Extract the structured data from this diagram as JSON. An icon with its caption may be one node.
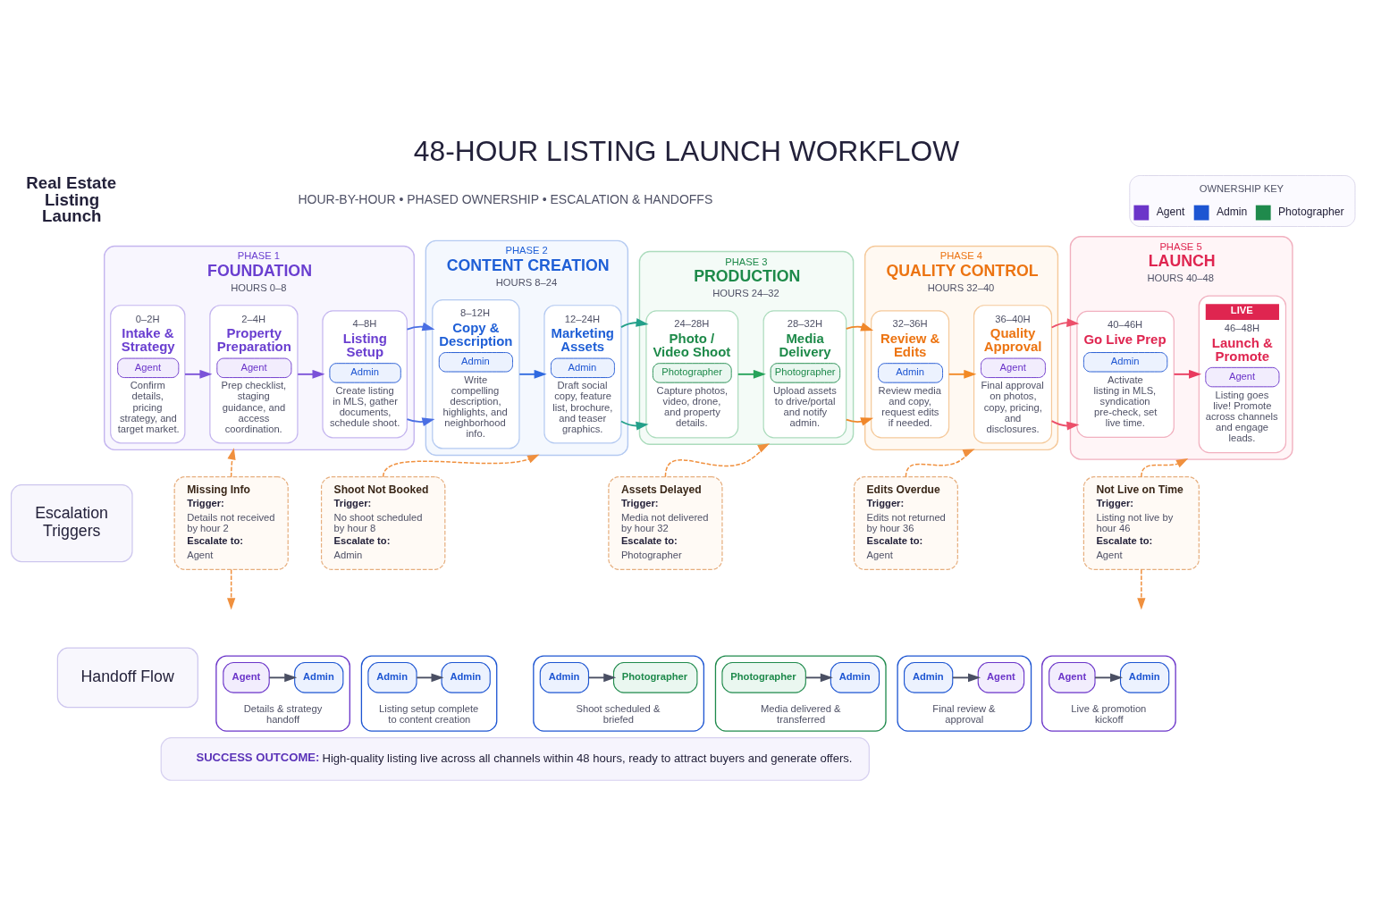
{
  "diagram": {
    "title": "48-HOUR LISTING LAUNCH WORKFLOW",
    "nodes": [
      {
        "text": [
          "PHASE 1",
          "FOUNDATION",
          "HOURS 0–8"
        ]
      },
      {
        "text": [
          "0–2H",
          "Intake & Strategy",
          "Agent",
          "Confirm details, pricing strategy, and target market."
        ],
        "in": 0
      },
      {
        "text": [
          "2–4H",
          "Property Preparation",
          "Agent",
          "Prep checklist, staging guidance, and access coordination."
        ],
        "in": 0
      },
      {
        "text": [
          "4–8H",
          "Listing Setup",
          "Admin",
          "Create listing in MLS, gather documents, schedule shoot."
        ],
        "in": 0
      },
      {
        "text": [
          "PHASE 2",
          "CONTENT CREATION",
          "HOURS 8–24"
        ]
      },
      {
        "text": [
          "8–12H",
          "Copy & Description",
          "Admin",
          "Write compelling description, highlights, and neighborhood info."
        ],
        "in": 4
      },
      {
        "text": [
          "12–24H",
          "Marketing Assets",
          "Admin",
          "Draft social copy, feature list, brochure, and teaser graphics."
        ],
        "in": 4
      },
      {
        "text": [
          "PHASE 3",
          "PRODUCTION",
          "HOURS 24–32"
        ]
      },
      {
        "text": [
          "24–28H",
          "Photo / Video Shoot",
          "Photographer",
          "Capture photos, video, drone, and property details."
        ],
        "in": 7
      },
      {
        "text": [
          "28–32H",
          "Media Delivery",
          "Photographer",
          "Upload assets to drive/portal and notify admin."
        ],
        "in": 7
      },
      {
        "text": [
          "PHASE 4",
          "QUALITY CONTROL",
          "HOURS 32–40"
        ]
      },
      {
        "text": [
          "32–36H",
          "Review & Edits",
          "Admin",
          "Review media and copy, request edits if needed."
        ],
        "in": 10
      },
      {
        "text": [
          "36–40H",
          "Quality Approval",
          "Agent",
          "Final approval on photos, copy, pricing, and disclosures."
        ],
        "in": 10
      },
      {
        "text": [
          "PHASE 5",
          "LAUNCH",
          "HOURS 40–48"
        ]
      },
      {
        "text": [
          "40–46H",
          "Go Live Prep",
          "Admin",
          "Activate listing in MLS, syndication pre-check, set live time."
        ],
        "in": 13
      },
      {
        "text": [
          "LIVE",
          "46–48H",
          "Launch & Promote",
          "Agent",
          "Listing goes live! Promote across channels and engage leads."
        ],
        "in": 13
      },
      {
        "text": [
          "Escalation Triggers"
        ]
      },
      {
        "text": [
          "Missing Info",
          "Trigger:",
          "Details not received by hour 2",
          "Escalate to:",
          "Agent"
        ]
      },
      {
        "text": [
          "Shoot Not Booked",
          "Trigger:",
          "No shoot scheduled by hour 8",
          "Escalate to:",
          "Admin"
        ]
      },
      {
        "text": [
          "Assets Delayed",
          "Trigger:",
          "Media not delivered by hour 32",
          "Escalate to:",
          "Photographer"
        ]
      },
      {
        "text": [
          "Edits Overdue",
          "Trigger:",
          "Edits not returned by hour 36",
          "Escalate to:",
          "Agent"
        ]
      },
      {
        "text": [
          "Not Live on Time",
          "Trigger:",
          "Listing not live by hour 46",
          "Escalate to:",
          "Agent"
        ]
      },
      {
        "text": [
          "Handoff Flow"
        ]
      },
      {
        "text": [
          "Details & strategy handoff"
        ]
      },
      {
        "text": [
          "Agent"
        ],
        "in": 23
      },
      {
        "text": [
          "Admin"
        ],
        "in": 23
      },
      {
        "text": [
          "Listing setup complete to content creation"
        ]
      },
      {
        "text": [
          "Admin"
        ],
        "in": 26
      },
      {
        "text": [
          "Admin"
        ],
        "in": 26
      },
      {
        "text": [
          "Shoot scheduled & briefed"
        ]
      },
      {
        "text": [
          "Admin"
        ],
        "in": 29
      },
      {
        "text": [
          "Photographer"
        ],
        "in": 29
      },
      {
        "text": [
          "Media delivered & transferred"
        ]
      },
      {
        "text": [
          "Photographer"
        ],
        "in": 32
      },
      {
        "text": [
          "Admin"
        ],
        "in": 32
      },
      {
        "text": [
          "Final review & approval"
        ]
      },
      {
        "text": [
          "Admin"
        ],
        "in": 35
      },
      {
        "text": [
          "Agent"
        ],
        "in": 35
      },
      {
        "text": [
          "Live & promotion kickoff"
        ]
      },
      {
        "text": [
          "Agent"
        ],
        "in": 38
      },
      {
        "text": [
          "Admin"
        ],
        "in": 38
      },
      {
        "text": [
          "SUCCESS OUTCOME:",
          "High-quality listing live across all channels within 48 hours, ready to attract buyers and generate offers."
        ]
      }
    ],
    "edges": [
      {
        "from": 1,
        "to": 2,
        "arrow": "to",
        "color": "#7b52d8"
      },
      {
        "from": 2,
        "to": 3,
        "arrow": "to",
        "color": "#7b52d8"
      },
      {
        "from": 3,
        "to": 5,
        "arrow": "to",
        "color": "#4a6fe3"
      },
      {
        "from": 5,
        "to": 6,
        "arrow": "to",
        "color": "#2f6ae0"
      },
      {
        "from": 6,
        "to": 8,
        "arrow": "to",
        "color": "#23a08a"
      },
      {
        "from": 8,
        "to": 9,
        "arrow": "to",
        "color": "#27a35a"
      },
      {
        "from": 9,
        "to": 11,
        "arrow": "to",
        "color": "#f0872a"
      },
      {
        "from": 11,
        "to": 12,
        "arrow": "to",
        "color": "#f28a26"
      },
      {
        "from": 12,
        "to": 14,
        "arrow": "to",
        "color": "#ec4f6a"
      },
      {
        "from": 14,
        "to": 15,
        "arrow": "to",
        "color": "#e93a5e"
      },
      {
        "from": 17,
        "to": 0,
        "arrow": "to",
        "style": "dashed",
        "color": "#f0903e"
      },
      {
        "from": 17,
        "to": null,
        "arrow": "to",
        "style": "dashed",
        "color": "#f0903e"
      },
      {
        "from": 18,
        "to": 4,
        "arrow": "to",
        "style": "dashed",
        "color": "#f0903e"
      },
      {
        "from": 19,
        "to": 7,
        "arrow": "to",
        "style": "dashed",
        "color": "#f0903e"
      },
      {
        "from": 20,
        "to": 10,
        "arrow": "to",
        "style": "dashed",
        "color": "#f0903e"
      },
      {
        "from": 21,
        "to": 13,
        "arrow": "to",
        "style": "dashed",
        "color": "#f0903e"
      },
      {
        "from": 21,
        "to": null,
        "arrow": "to",
        "style": "dashed",
        "color": "#f0903e"
      },
      {
        "from": 24,
        "to": 25,
        "arrow": "to",
        "color": "#4a4f63"
      },
      {
        "from": 27,
        "to": 28,
        "arrow": "to",
        "color": "#4a4f63"
      },
      {
        "from": 30,
        "to": 31,
        "arrow": "to",
        "color": "#4a4f63"
      },
      {
        "from": 33,
        "to": 34,
        "arrow": "to",
        "color": "#4a4f63"
      },
      {
        "from": 36,
        "to": 37,
        "arrow": "to",
        "color": "#4a4f63"
      },
      {
        "from": 39,
        "to": 40,
        "arrow": "to",
        "color": "#4a4f63"
      }
    ],
    "labels": [
      "Real Estate Listing Launch",
      "HOUR-BY-HOUR • PHASED OWNERSHIP • ESCALATION & HANDOFFS",
      "OWNERSHIP KEY"
    ],
    "legend": [
      {
        "text": "Agent"
      },
      {
        "text": "Admin"
      },
      {
        "text": "Photographer"
      }
    ]
  }
}
